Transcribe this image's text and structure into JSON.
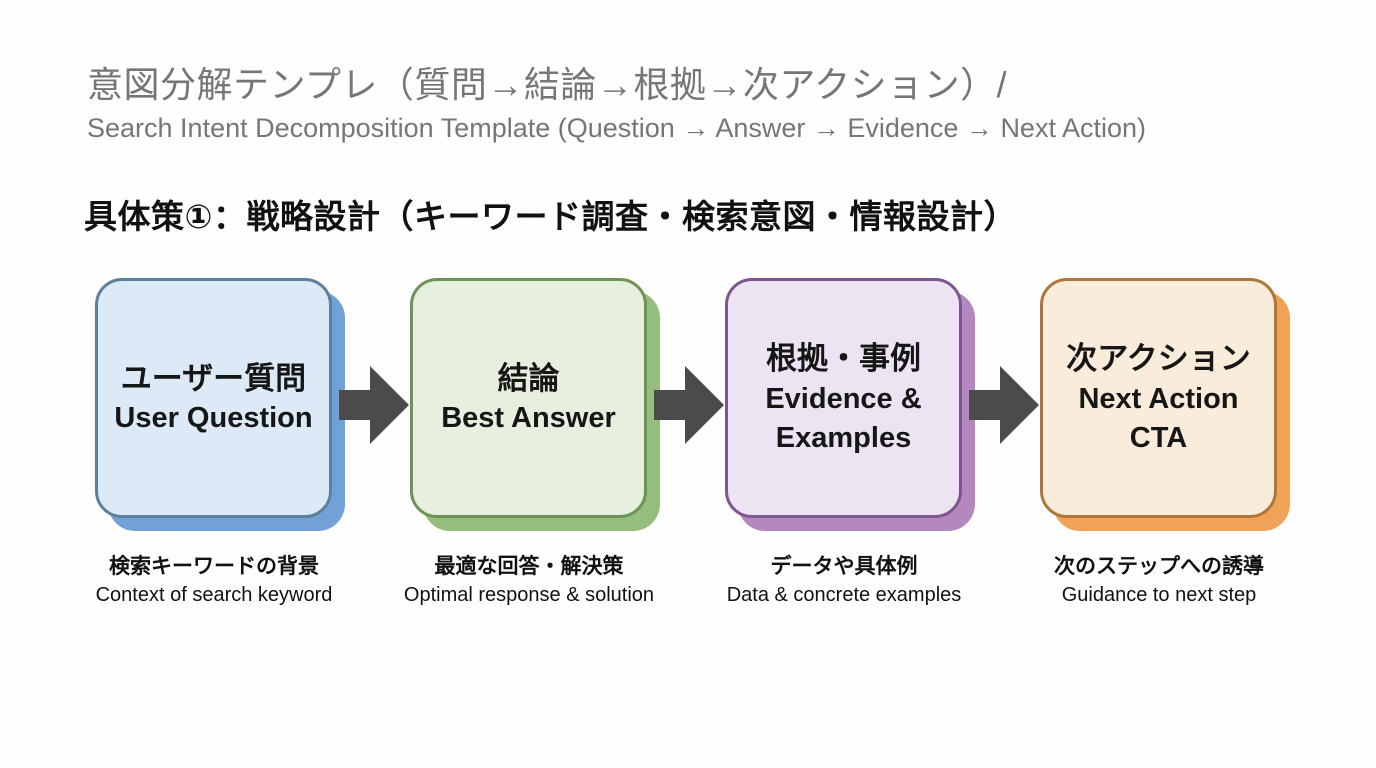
{
  "header": {
    "title_jp": "意図分解テンプレ（質問→結論→根拠→次アクション）/",
    "title_en": "Search Intent Decomposition Template (Question → Answer → Evidence → Next Action)",
    "text_color": "#767676"
  },
  "section_heading": {
    "text": "具体策①：戦略設計（キーワード調査・検索意図・情報設計）",
    "text_color": "#111111"
  },
  "diagram": {
    "arrow_color": "#4b4b4b",
    "steps": [
      {
        "title_jp": "ユーザー質問",
        "title_en": "User Question",
        "title_en2": "",
        "caption_jp": "検索キーワードの背景",
        "caption_en": "Context of search keyword",
        "colors": {
          "fill": "#dceaf7",
          "border": "#5d7f9e",
          "shadow": "#71a1d6"
        }
      },
      {
        "title_jp": "結論",
        "title_en": "Best Answer",
        "title_en2": "",
        "caption_jp": "最適な回答・解決策",
        "caption_en": "Optimal response & solution",
        "colors": {
          "fill": "#e7f0df",
          "border": "#6d9355",
          "shadow": "#95bd7e"
        }
      },
      {
        "title_jp": "根拠・事例",
        "title_en": "Evidence & Examples",
        "title_en2": "",
        "caption_jp": "データや具体例",
        "caption_en": "Data & concrete examples",
        "colors": {
          "fill": "#ede4f3",
          "border": "#7d5590",
          "shadow": "#b388bf"
        }
      },
      {
        "title_jp": "次アクション",
        "title_en": "Next Action",
        "title_en2": "CTA",
        "caption_jp": "次のステップへの誘導",
        "caption_en": "Guidance to next step",
        "colors": {
          "fill": "#f9ecda",
          "border": "#ae763a",
          "shadow": "#f0a357"
        }
      }
    ]
  }
}
